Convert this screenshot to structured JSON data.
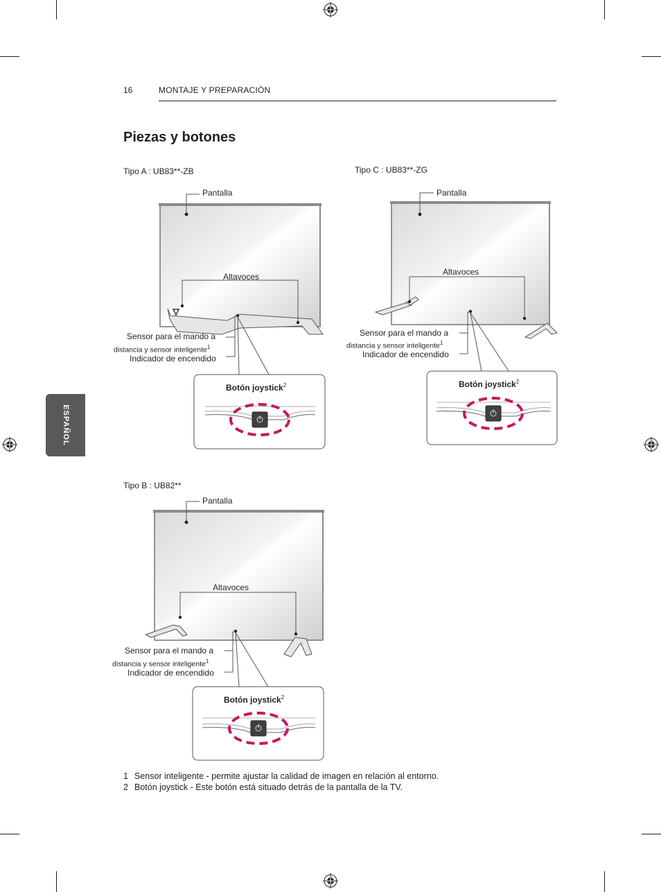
{
  "header": {
    "page_number": "16",
    "section": "MONTAJE Y PREPARACIÓN"
  },
  "title": "Piezas y botones",
  "side_tab": "ESPAÑOL",
  "labels": {
    "screen": "Pantalla",
    "speakers": "Altavoces",
    "sensor_line1": "Sensor para el mando a",
    "sensor_line2": "distancia y sensor inteligente",
    "sensor_sup": "1",
    "power_indicator": "Indicador de encendido",
    "joystick": "Botón joystick",
    "joystick_sup": "2"
  },
  "figures": {
    "type_a": "Tipo A : UB83**-ZB",
    "type_b": "Tipo B : UB82**",
    "type_c": "Tipo C : UB83**-ZG"
  },
  "footnotes": [
    {
      "num": "1",
      "text": "Sensor inteligente - permite ajustar la calidad de imagen en relación al entorno."
    },
    {
      "num": "2",
      "text": "Botón joystick - Este botón está situado detrás de la pantalla de la TV."
    }
  ],
  "colors": {
    "highlight_dash": "#c8175d",
    "tab_bg": "#58595b",
    "power_button": "#404041"
  }
}
